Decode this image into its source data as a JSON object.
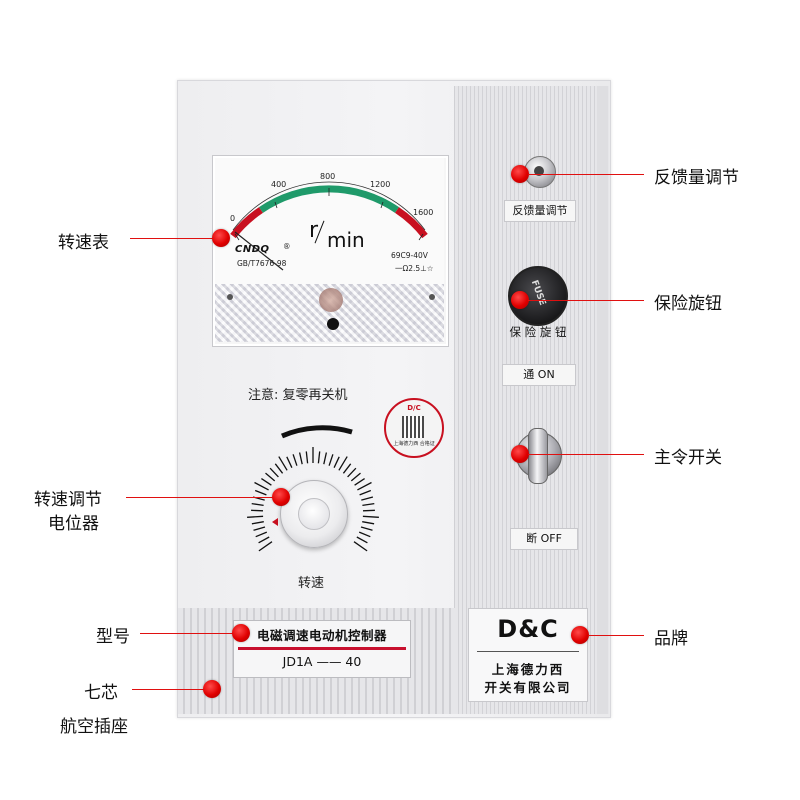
{
  "colors": {
    "annotation_red": "#e00000",
    "panel": "#f0f0f2",
    "meter_arc_green": "#1f9a6a",
    "meter_arc_red": "#c81020",
    "accent_bar": "#c8102e"
  },
  "meter": {
    "scale_labels": [
      "0",
      "400",
      "800",
      "1200",
      "1600"
    ],
    "unit_r": "r",
    "unit_min": "min",
    "brand": "CNDQ",
    "registered": "®",
    "standard": "GB/T7676-98",
    "spec1": "69C9-40V",
    "spec2": "一Ω2.5⊥☆"
  },
  "panel": {
    "note": "注意: 复零再关机",
    "speed_label": "转速",
    "feedback_label": "反馈量调节",
    "fuse_cap_text": "FUSE",
    "fuse_label": "保 险 旋 钮",
    "on_label": "通  ON",
    "off_label": "断 OFF",
    "sticker_title": "D/C",
    "sticker_text": "上海德力西 合格证"
  },
  "model_plate": {
    "name": "电磁调速电动机控制器",
    "code": "JD1A  ——  40"
  },
  "brand_plate": {
    "logo": "D&C",
    "company_line1": "上海德力西",
    "company_line2": "开关有限公司"
  },
  "callouts": {
    "speed_meter": "转速表",
    "pot_line1": "转速调节",
    "pot_line2": "电位器",
    "model": "型号",
    "socket_line1": "七芯",
    "socket_line2": "航空插座",
    "feedback": "反馈量调节",
    "fuse": "保险旋钮",
    "main_switch": "主令开关",
    "brand": "品牌"
  }
}
